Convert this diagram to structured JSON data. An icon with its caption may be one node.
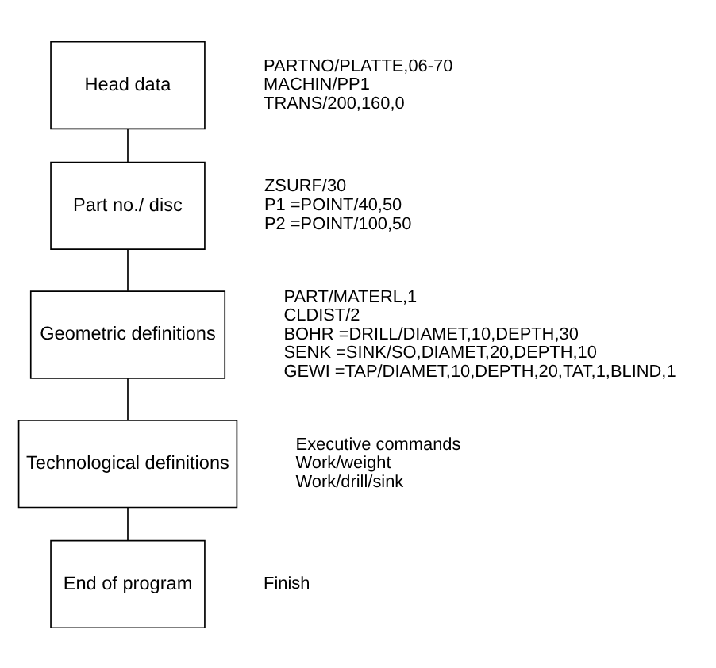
{
  "diagram": {
    "nodes": [
      {
        "text": [
          "Head data"
        ],
        "beside": [
          "PARTNO/PLATTE,06-70",
          "MACHIN/PP1",
          "TRANS/200,160,0"
        ]
      },
      {
        "text": [
          "Part no./ disc"
        ],
        "beside": [
          "ZSURF/30",
          "P1 =POINT/40,50",
          "P2 =POINT/100,50"
        ]
      },
      {
        "text": [
          "Geometric definitions"
        ],
        "beside": [
          "PART/MATERL,1",
          "CLDIST/2",
          "BOHR =DRILL/DIAMET,10,DEPTH,30",
          "SENK =SINK/SO,DIAMET,20,DEPTH,10",
          "GEWI =TAP/DIAMET,10,DEPTH,20,TAT,1,BLIND,1"
        ]
      },
      {
        "text": [
          "Technological definitions"
        ],
        "beside": [
          "Executive commands",
          "Work/weight",
          "Work/drill/sink"
        ]
      },
      {
        "text": [
          "End of program"
        ],
        "beside": [
          "Finish"
        ]
      }
    ],
    "edges": [
      {
        "from": 0,
        "to": 1,
        "arrow": "none"
      },
      {
        "from": 1,
        "to": 2,
        "arrow": "none"
      },
      {
        "from": 2,
        "to": 3,
        "arrow": "none"
      },
      {
        "from": 3,
        "to": 4,
        "arrow": "none"
      }
    ]
  }
}
